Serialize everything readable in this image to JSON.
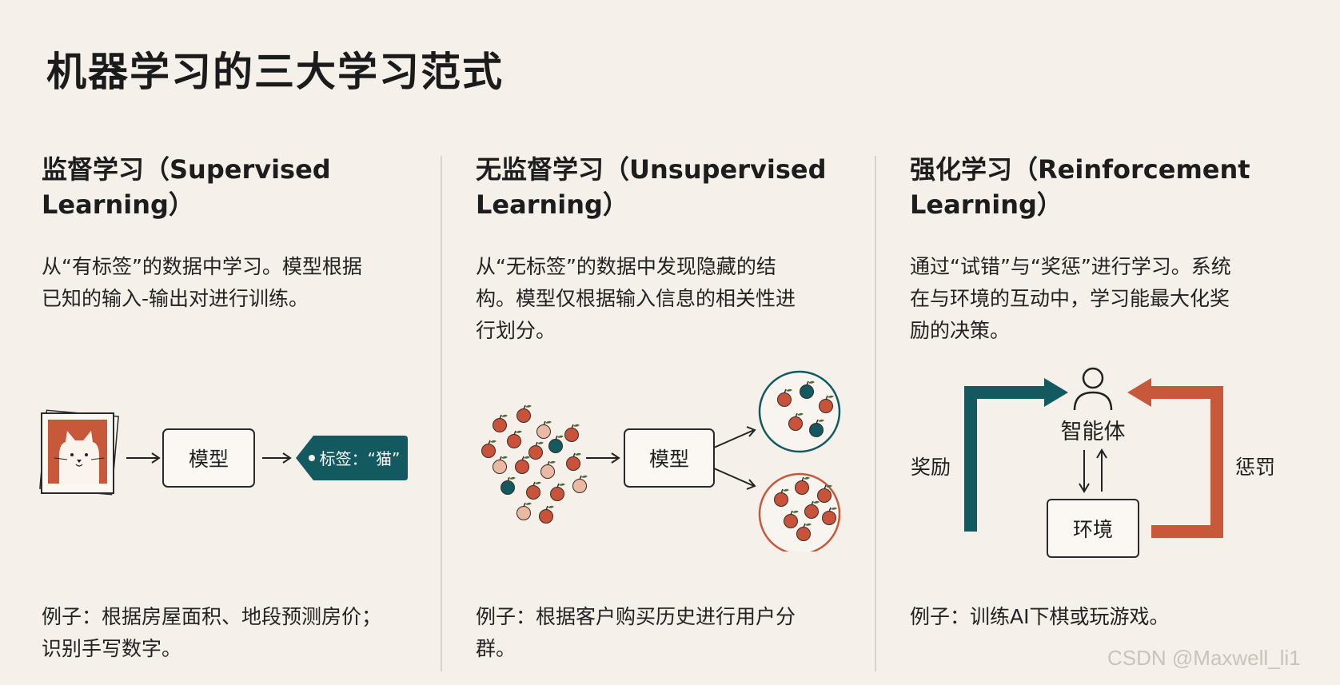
{
  "page_title": "机器学习的三大学习范式",
  "columns": [
    {
      "title_line1": "监督学习（Supervised",
      "title_line2": "Learning）",
      "desc_lines": [
        "从“有标签”的数据中学习。模型根据",
        "已知的输入-输出对进行训练。"
      ],
      "diagram": {
        "model_label": "模型",
        "tag_label": "标签：“猫”",
        "icons": [
          "cat-photo-icon",
          "tag-icon"
        ]
      },
      "example_lines": [
        "例子：根据房屋面积、地段预测房价；",
        "识别手写数字。"
      ]
    },
    {
      "title_line1": "无监督学习（Unsupervised",
      "title_line2": "Learning）",
      "desc_lines": [
        "从“无标签”的数据中发现隐藏的结",
        "构。模型仅根据输入信息的相关性进",
        "行划分。"
      ],
      "diagram": {
        "model_label": "模型",
        "icons": [
          "apple-icon",
          "cluster-icon"
        ]
      },
      "example_lines": [
        "例子：根据客户购买历史进行用户分",
        "群。"
      ]
    },
    {
      "title_line1": "强化学习（Reinforcement",
      "title_line2": "Learning）",
      "desc_lines": [
        "通过“试错”与“奖惩”进行学习。系统",
        "在与环境的互动中，学习能最大化奖",
        "励的决策。"
      ],
      "diagram": {
        "agent_label": "智能体",
        "env_label": "环境",
        "reward_label": "奖励",
        "penalty_label": "惩罚",
        "icons": [
          "person-icon",
          "up-down-arrows-icon"
        ]
      },
      "example_lines": [
        "例子：训练AI下棋或玩游戏。"
      ]
    }
  ],
  "watermark": "CSDN @Maxwell_li1",
  "colors": {
    "teal": "#135960",
    "orange": "#c8583a",
    "apple_red": "#c8533a",
    "apple_pink": "#e9b9a3",
    "background": "#f5f1ea"
  }
}
